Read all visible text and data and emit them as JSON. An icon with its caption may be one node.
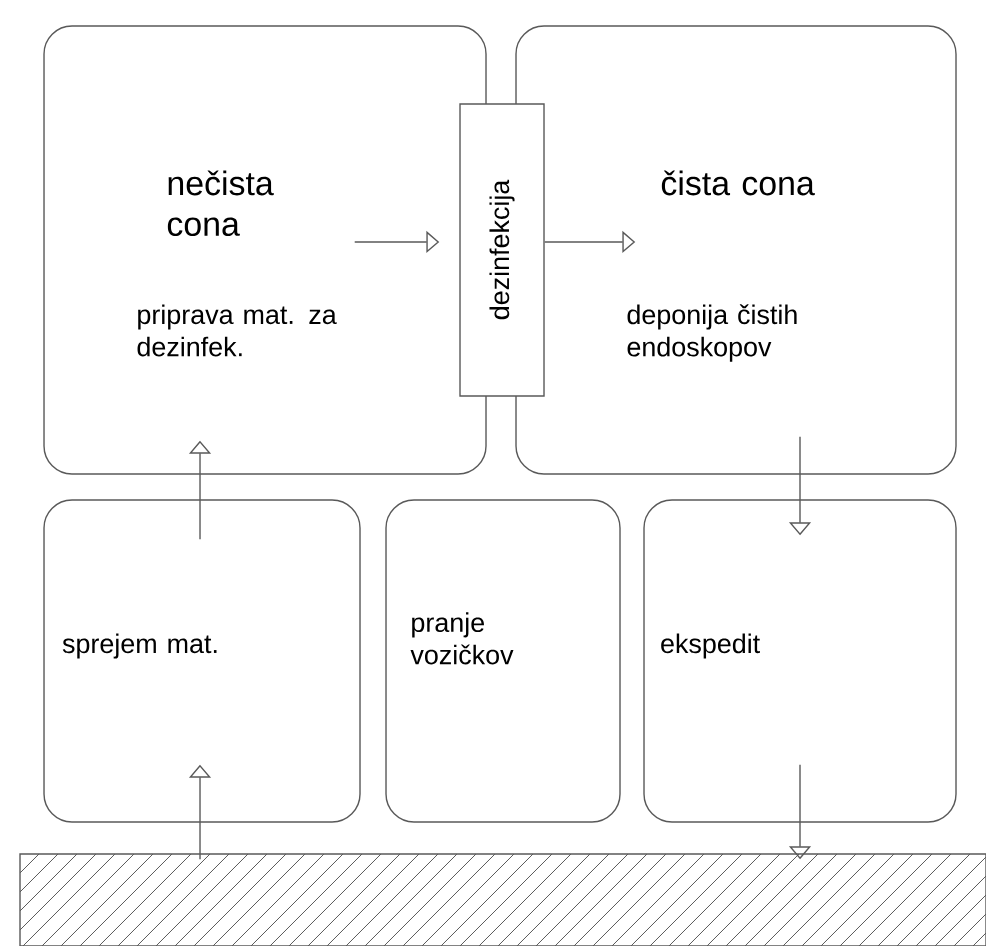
{
  "diagram": {
    "nodes": [
      {
        "text": [
          "nečista cona",
          "priprava mat. za dezinfek."
        ]
      },
      {
        "text": [
          "dezinfekcija"
        ]
      },
      {
        "text": [
          "čista cona",
          "deponija čistih endoskopov"
        ]
      },
      {
        "text": [
          "sprejem mat."
        ]
      },
      {
        "text": [
          "pranje vozičkov"
        ]
      },
      {
        "text": [
          "ekspedit"
        ]
      },
      {
        "text": [],
        "shape": "box"
      }
    ],
    "edges": [
      {
        "from": 0,
        "to": 1,
        "arrow": "to"
      },
      {
        "from": 1,
        "to": 2,
        "arrow": "to"
      },
      {
        "from": 3,
        "to": 0,
        "arrow": "to"
      },
      {
        "from": 6,
        "to": 3,
        "arrow": "to"
      },
      {
        "from": 2,
        "to": 5,
        "arrow": "to"
      },
      {
        "from": 5,
        "to": 6,
        "arrow": "to"
      }
    ]
  }
}
